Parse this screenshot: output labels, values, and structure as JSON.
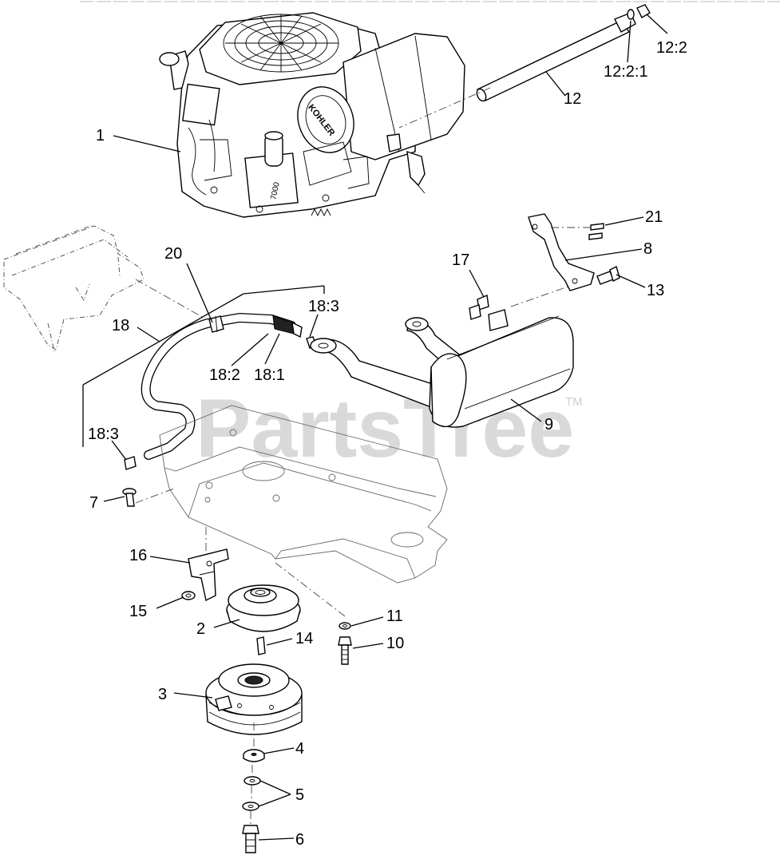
{
  "watermark": {
    "text": "PartsTree",
    "tm": "TM"
  },
  "callouts": {
    "c1": "1",
    "c2": "2",
    "c3": "3",
    "c4": "4",
    "c5": "5",
    "c6": "6",
    "c7": "7",
    "c8": "8",
    "c9": "9",
    "c10": "10",
    "c11": "11",
    "c12": "12",
    "c12_2": "12:2",
    "c12_2_1": "12:2:1",
    "c13": "13",
    "c14": "14",
    "c15": "15",
    "c16": "16",
    "c17": "17",
    "c18": "18",
    "c18_1": "18:1",
    "c18_2": "18:2",
    "c18_3a": "18:3",
    "c18_3b": "18:3",
    "c20": "20",
    "c21": "21"
  },
  "engine_brand": "KOHLER",
  "engine_model": "7000"
}
